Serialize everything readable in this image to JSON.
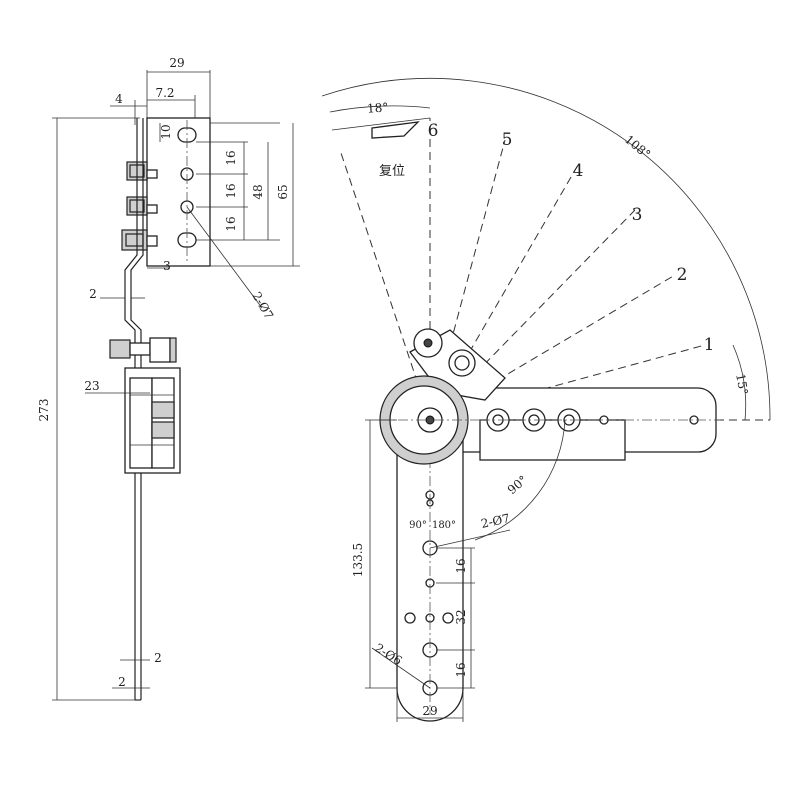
{
  "side_view": {
    "dims": {
      "width_29": "29",
      "d_7_2": "7.2",
      "d_4": "4",
      "d_10": "10",
      "d_16a": "16",
      "d_16b": "16",
      "d_16c": "16",
      "d_48": "48",
      "d_65": "65",
      "d_3": "3",
      "hole": "2-Ø7",
      "d_2_upper": "2",
      "d_23": "23",
      "total_273": "273",
      "d_2_lower_a": "2",
      "d_2_lower_b": "2"
    }
  },
  "fan_view": {
    "angles": {
      "top": "18°",
      "range": "108°",
      "low": "15°",
      "right": "90°"
    },
    "positions": [
      "1",
      "2",
      "3",
      "4",
      "5",
      "6"
    ],
    "reset_label": "复位",
    "dims": {
      "deg_90": "90°",
      "deg_180": "180°",
      "hole7": "2-Ø7",
      "len_133_5": "133.5",
      "d_16a": "16",
      "d_32": "32",
      "d_16b": "16",
      "hole6": "2-Ø6",
      "width_29": "29"
    }
  }
}
